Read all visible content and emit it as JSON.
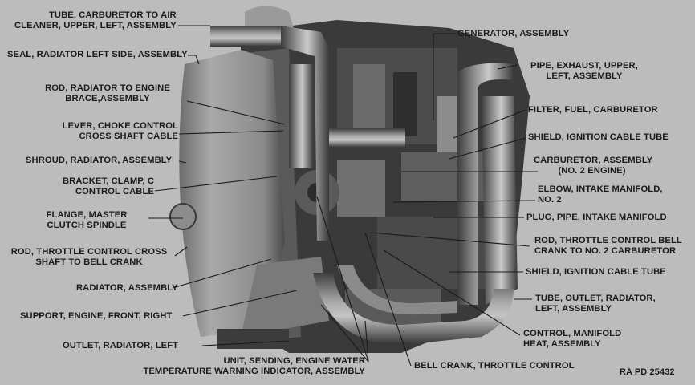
{
  "left_labels": [
    {
      "lines": [
        "TUBE, CARBURETOR TO AIR",
        "CLEANER, UPPER, LEFT, ASSEMBLY"
      ]
    },
    {
      "lines": [
        "SEAL, RADIATOR LEFT SIDE, ASSEMBLY"
      ]
    },
    {
      "lines": [
        "ROD, RADIATOR TO ENGINE",
        "BRACE,ASSEMBLY"
      ]
    },
    {
      "lines": [
        "LEVER, CHOKE CONTROL",
        "CROSS SHAFT CABLE"
      ]
    },
    {
      "lines": [
        "SHROUD, RADIATOR, ASSEMBLY"
      ]
    },
    {
      "lines": [
        "BRACKET, CLAMP, C",
        "CONTROL CABLE"
      ]
    },
    {
      "lines": [
        "FLANGE, MASTER",
        "CLUTCH SPINDLE"
      ]
    },
    {
      "lines": [
        "ROD, THROTTLE CONTROL CROSS",
        "SHAFT TO BELL CRANK"
      ]
    },
    {
      "lines": [
        "RADIATOR, ASSEMBLY"
      ]
    },
    {
      "lines": [
        "SUPPORT, ENGINE, FRONT, RIGHT"
      ]
    },
    {
      "lines": [
        "OUTLET, RADIATOR, LEFT"
      ]
    }
  ],
  "right_labels": [
    {
      "lines": [
        "GENERATOR, ASSEMBLY"
      ]
    },
    {
      "lines": [
        "PIPE, EXHAUST, UPPER,",
        "LEFT, ASSEMBLY"
      ]
    },
    {
      "lines": [
        "FILTER, FUEL, CARBURETOR"
      ]
    },
    {
      "lines": [
        "SHIELD, IGNITION CABLE TUBE"
      ]
    },
    {
      "lines": [
        "CARBURETOR, ASSEMBLY",
        "(NO. 2 ENGINE)"
      ]
    },
    {
      "lines": [
        "ELBOW, INTAKE MANIFOLD,",
        "NO. 2"
      ]
    },
    {
      "lines": [
        "PLUG, PIPE, INTAKE MANIFOLD"
      ]
    },
    {
      "lines": [
        "ROD, THROTTLE CONTROL BELL",
        "CRANK TO NO. 2 CARBURETOR"
      ]
    },
    {
      "lines": [
        "SHIELD, IGNITION CABLE TUBE"
      ]
    },
    {
      "lines": [
        "TUBE, OUTLET, RADIATOR,",
        "LEFT, ASSEMBLY"
      ]
    },
    {
      "lines": [
        "CONTROL, MANIFOLD",
        "HEAT, ASSEMBLY"
      ]
    }
  ],
  "bottom_labels": [
    {
      "lines": [
        "UNIT, SENDING, ENGINE WATER",
        "TEMPERATURE WARNING INDICATOR, ASSEMBLY"
      ]
    },
    {
      "lines": [
        "BELL CRANK, THROTTLE CONTROL"
      ]
    }
  ],
  "reference": "RA PD 25432"
}
